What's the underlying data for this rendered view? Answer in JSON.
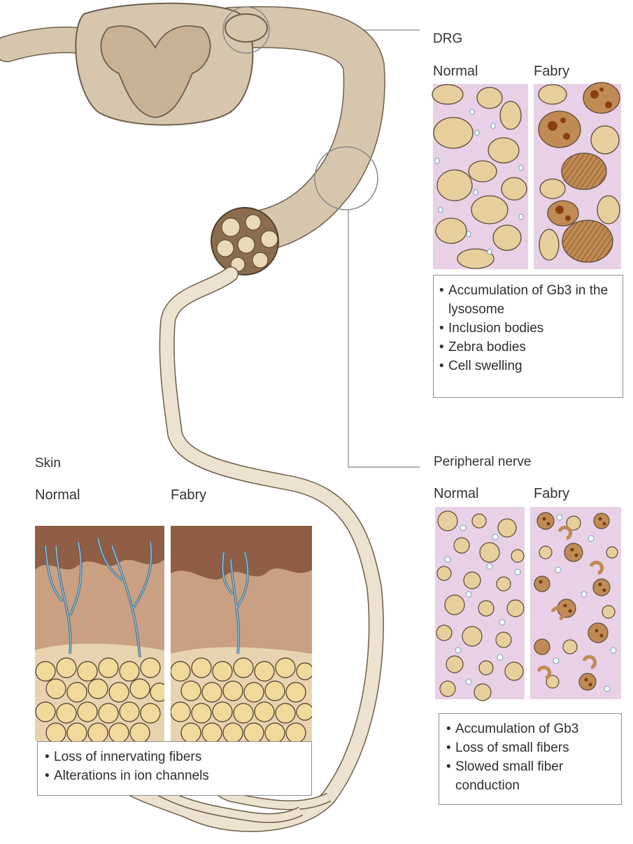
{
  "panels": {
    "drg": {
      "title": "DRG",
      "normal": "Normal",
      "fabry": "Fabry",
      "bullets": [
        "Accumulation of Gb3 in the lysosome",
        "Inclusion bodies",
        "Zebra bodies",
        "Cell swelling"
      ]
    },
    "nerve": {
      "title": "Peripheral nerve",
      "normal": "Normal",
      "fabry": "Fabry",
      "bullets": [
        "Accumulation of Gb3",
        "Loss of small fibers",
        "Slowed small fiber conduction"
      ]
    },
    "skin": {
      "title": "Skin",
      "normal": "Normal",
      "fabry": "Fabry",
      "bullets": [
        "Loss of innervating fibers",
        "Alterations in ion channels"
      ]
    }
  },
  "colors": {
    "panel_bg": "#f3e4f1",
    "tissue": "#d7c6ae",
    "cell": "#e6cf9c",
    "inclusion": "#a0521d",
    "fiber_blue": "#6fa8c8"
  }
}
